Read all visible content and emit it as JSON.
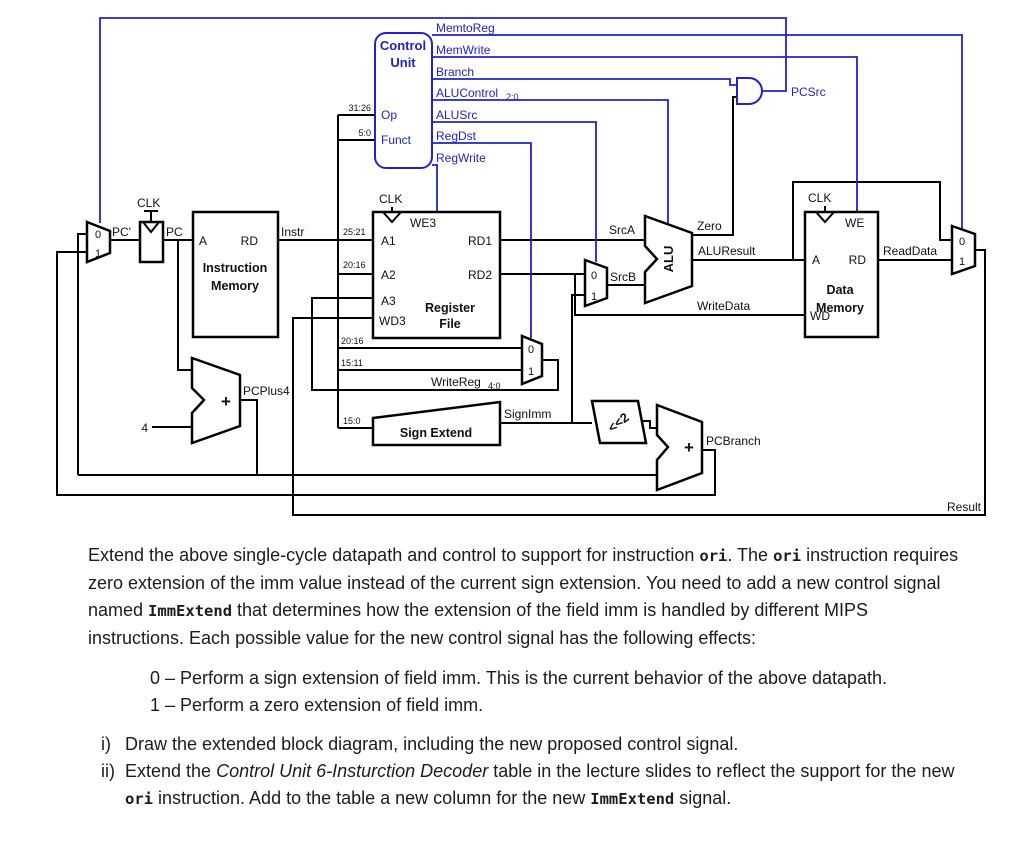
{
  "diagram": {
    "colors": {
      "wire": "#000000",
      "control": "#2222cc"
    },
    "labels": {
      "clk": "CLK",
      "pc_next": "PC'",
      "pc": "PC",
      "instr": "Instr",
      "mux0": "0",
      "mux1": "1",
      "port_a": "A",
      "port_rd": "RD",
      "instruction_memory_1": "Instruction",
      "instruction_memory_2": "Memory",
      "register_file_1": "Register",
      "register_file_2": "File",
      "a1": "A1",
      "a2": "A2",
      "a3": "A3",
      "wd3": "WD3",
      "we3": "WE3",
      "rd1": "RD1",
      "rd2": "RD2",
      "data_memory_1": "Data",
      "data_memory_2": "Memory",
      "we": "WE",
      "wd": "WD",
      "sign_extend": "Sign Extend",
      "alu": "ALU",
      "shift_left_2": "<<2",
      "plus": "+",
      "four": "4",
      "control_title_1": "Control",
      "control_title_2": "Unit",
      "op": "Op",
      "funct": "Funct",
      "memtoreg": "MemtoReg",
      "memwrite": "MemWrite",
      "branch": "Branch",
      "alucontrol": "ALUControl",
      "alucontrol_sub": "2:0",
      "alusrc": "ALUSrc",
      "regdst": "RegDst",
      "regwrite": "RegWrite",
      "pcsrc": "PCSrc",
      "srca": "SrcA",
      "srcb": "SrcB",
      "zero": "Zero",
      "aluresult": "ALUResult",
      "writedata": "WriteData",
      "readdata": "ReadData",
      "writereg": "WriteReg",
      "writereg_sub": "4:0",
      "signimm": "SignImm",
      "pcplus4": "PCPlus4",
      "pcbranch": "PCBranch",
      "result": "Result",
      "bits_op": "31:26",
      "bits_funct": "5:0",
      "bits_rs": "25:21",
      "bits_rt": "20:16",
      "bits_rd": "15:11",
      "bits_imm": "15:0"
    }
  },
  "text": {
    "paragraph": {
      "p0": "Extend the above single-cycle datapath and control to support for instruction ",
      "p1": "ori",
      "p2": ". The ",
      "p3": "ori",
      "p4": " instruction requires zero extension of the imm value instead of the current sign extension. You need to add a new control signal named ",
      "p5": "ImmExtend",
      "p6": " that determines how the extension of the field imm is handled by different MIPS instructions. Each possible value for the new control signal has the following effects:"
    },
    "effects": [
      "0 – Perform a sign extension of field imm. This is the current behavior of the above datapath.",
      "1 – Perform a zero extension of field imm."
    ],
    "items": {
      "i_marker": "i)",
      "i_text": "Draw the extended block diagram, including the new proposed control signal.",
      "ii_marker": "ii)",
      "ii_p0": "Extend the ",
      "ii_p1": "Control Unit 6-Insturction Decoder",
      "ii_p2": " table in the lecture slides to reflect the support for the new ",
      "ii_p3": "ori",
      "ii_p4": " instruction. Add to the table a new column for the new ",
      "ii_p5": "ImmExtend",
      "ii_p6": " signal."
    }
  }
}
